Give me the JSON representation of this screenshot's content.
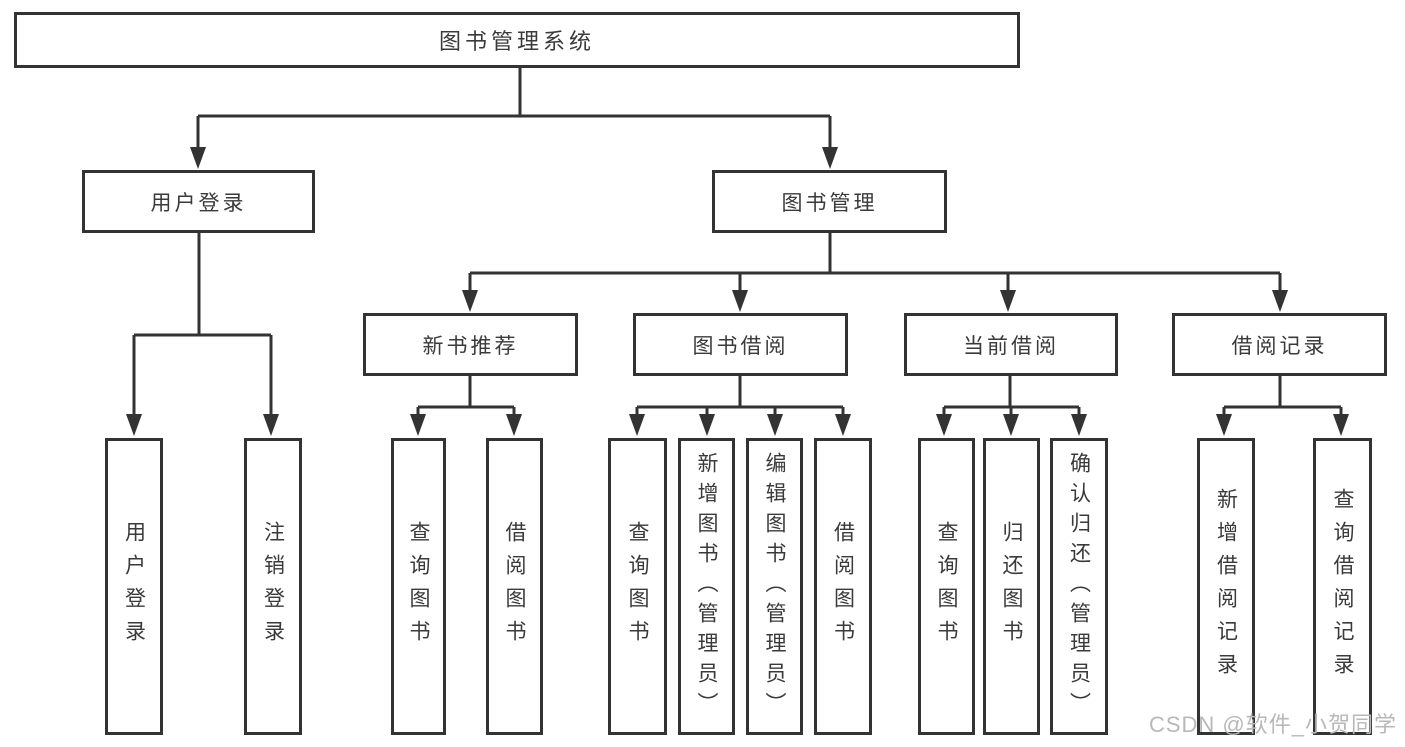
{
  "root": {
    "label": "图书管理系统"
  },
  "level2": {
    "login": {
      "label": "用户登录"
    },
    "manage": {
      "label": "图书管理"
    }
  },
  "level3": {
    "recommend": {
      "label": "新书推荐"
    },
    "borrow": {
      "label": "图书借阅"
    },
    "current": {
      "label": "当前借阅"
    },
    "records": {
      "label": "借阅记录"
    }
  },
  "leaves": {
    "login": [
      "用户登录",
      "注销登录"
    ],
    "recommend": [
      "查询图书",
      "借阅图书"
    ],
    "borrow": [
      "查询图书",
      "新增图书（管理员）",
      "编辑图书（管理员）",
      "借阅图书"
    ],
    "current": [
      "查询图书",
      "归还图书",
      "确认归还（管理员）"
    ],
    "records": [
      "新增借阅记录",
      "查询借阅记录"
    ]
  },
  "watermark": {
    "text": "CSDN @软件_小贺同学"
  },
  "colors": {
    "line": "#333333",
    "text": "#3a3a3a",
    "watermark": "#b8b8b8",
    "background": "#ffffff"
  }
}
